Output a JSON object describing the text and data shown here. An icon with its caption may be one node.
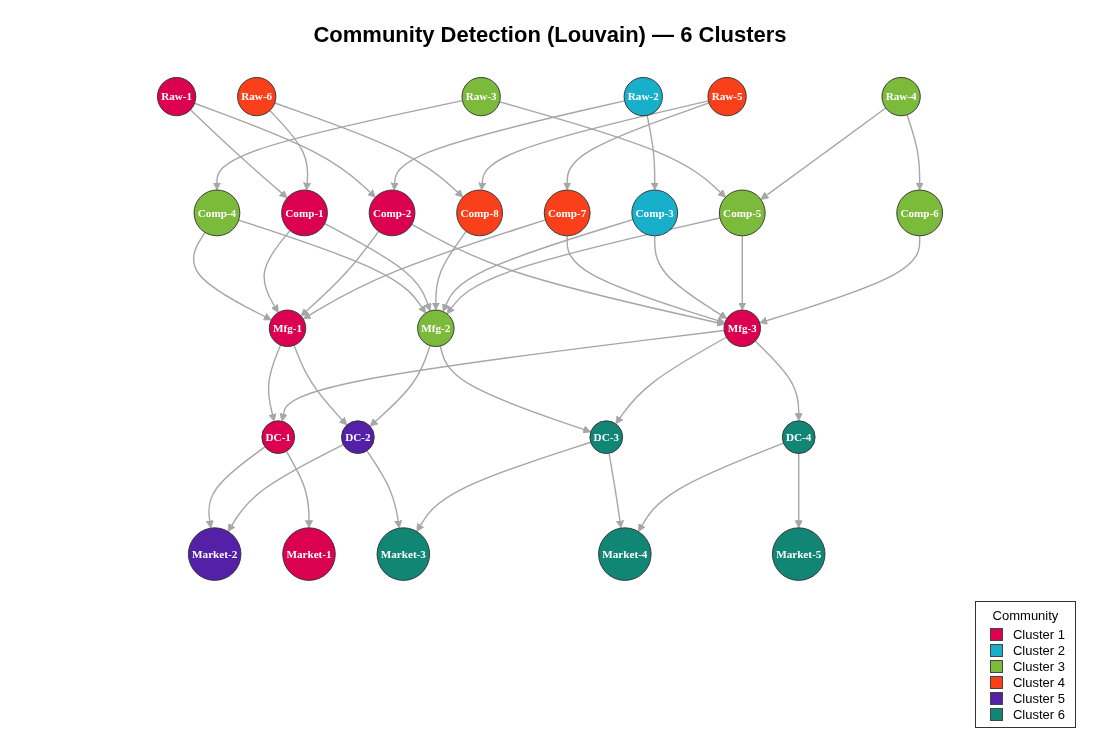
{
  "diagram": {
    "title": "Community Detection (Louvain) — 6 Clusters",
    "nodes": [
      {
        "text": [
          "Raw-1"
        ]
      },
      {
        "text": [
          "Raw-6"
        ]
      },
      {
        "text": [
          "Raw-3"
        ]
      },
      {
        "text": [
          "Raw-2"
        ]
      },
      {
        "text": [
          "Raw-5"
        ]
      },
      {
        "text": [
          "Raw-4"
        ]
      },
      {
        "text": [
          "Comp-4"
        ]
      },
      {
        "text": [
          "Comp-1"
        ]
      },
      {
        "text": [
          "Comp-2"
        ]
      },
      {
        "text": [
          "Comp-7"
        ]
      },
      {
        "text": [
          "Comp-8"
        ]
      },
      {
        "text": [
          "Comp-3"
        ]
      },
      {
        "text": [
          "Comp-5"
        ]
      },
      {
        "text": [
          "Comp-6"
        ]
      },
      {
        "text": [
          "Mfg-1"
        ]
      },
      {
        "text": [
          "Mfg-2"
        ]
      },
      {
        "text": [
          "Mfg-3"
        ]
      },
      {
        "text": [
          "DC-1"
        ]
      },
      {
        "text": [
          "DC-2"
        ]
      },
      {
        "text": [
          "DC-3"
        ]
      },
      {
        "text": [
          "DC-4"
        ]
      },
      {
        "text": [
          "Market-2"
        ]
      },
      {
        "text": [
          "Market-1"
        ]
      },
      {
        "text": [
          "Market-3"
        ]
      },
      {
        "text": [
          "Market-4"
        ]
      },
      {
        "text": [
          "Market-5"
        ]
      }
    ],
    "edges": [
      {
        "from": 0,
        "to": 7,
        "arrow": "to"
      },
      {
        "from": 0,
        "to": 8,
        "arrow": "to"
      },
      {
        "from": 1,
        "to": 7,
        "arrow": "to"
      },
      {
        "from": 1,
        "to": 10,
        "arrow": "to"
      },
      {
        "from": 2,
        "to": 6,
        "arrow": "to"
      },
      {
        "from": 2,
        "to": 12,
        "arrow": "to"
      },
      {
        "from": 3,
        "to": 8,
        "arrow": "to"
      },
      {
        "from": 3,
        "to": 11,
        "arrow": "to"
      },
      {
        "from": 4,
        "to": 9,
        "arrow": "to"
      },
      {
        "from": 4,
        "to": 10,
        "arrow": "to"
      },
      {
        "from": 5,
        "to": 12,
        "arrow": "to"
      },
      {
        "from": 5,
        "to": 13,
        "arrow": "to"
      },
      {
        "from": 6,
        "to": 14,
        "arrow": "to"
      },
      {
        "from": 6,
        "to": 15,
        "arrow": "to"
      },
      {
        "from": 7,
        "to": 14,
        "arrow": "to"
      },
      {
        "from": 7,
        "to": 15,
        "arrow": "to"
      },
      {
        "from": 8,
        "to": 14,
        "arrow": "to"
      },
      {
        "from": 8,
        "to": 16,
        "arrow": "to"
      },
      {
        "from": 9,
        "to": 14,
        "arrow": "to"
      },
      {
        "from": 9,
        "to": 16,
        "arrow": "to"
      },
      {
        "from": 10,
        "to": 15,
        "arrow": "to"
      },
      {
        "from": 11,
        "to": 15,
        "arrow": "to"
      },
      {
        "from": 11,
        "to": 16,
        "arrow": "to"
      },
      {
        "from": 12,
        "to": 15,
        "arrow": "to"
      },
      {
        "from": 12,
        "to": 16,
        "arrow": "to"
      },
      {
        "from": 13,
        "to": 16,
        "arrow": "to"
      },
      {
        "from": 14,
        "to": 17,
        "arrow": "to"
      },
      {
        "from": 14,
        "to": 18,
        "arrow": "to"
      },
      {
        "from": 15,
        "to": 18,
        "arrow": "to"
      },
      {
        "from": 15,
        "to": 19,
        "arrow": "to"
      },
      {
        "from": 16,
        "to": 17,
        "arrow": "to"
      },
      {
        "from": 16,
        "to": 19,
        "arrow": "to"
      },
      {
        "from": 16,
        "to": 20,
        "arrow": "to"
      },
      {
        "from": 17,
        "to": 21,
        "arrow": "to"
      },
      {
        "from": 17,
        "to": 22,
        "arrow": "to"
      },
      {
        "from": 18,
        "to": 21,
        "arrow": "to"
      },
      {
        "from": 18,
        "to": 23,
        "arrow": "to"
      },
      {
        "from": 19,
        "to": 23,
        "arrow": "to"
      },
      {
        "from": 19,
        "to": 24,
        "arrow": "to"
      },
      {
        "from": 20,
        "to": 24,
        "arrow": "to"
      },
      {
        "from": 20,
        "to": 25,
        "arrow": "to"
      }
    ],
    "labels": [
      "Community"
    ],
    "legend": [
      {
        "text": "Cluster 1",
        "color": "#dc0050"
      },
      {
        "text": "Cluster 2",
        "color": "#17afc9"
      },
      {
        "text": "Cluster 3",
        "color": "#7bba3a"
      },
      {
        "text": "Cluster 4",
        "color": "#fa401b"
      },
      {
        "text": "Cluster 5",
        "color": "#5420a8"
      },
      {
        "text": "Cluster 6",
        "color": "#128674"
      }
    ]
  }
}
